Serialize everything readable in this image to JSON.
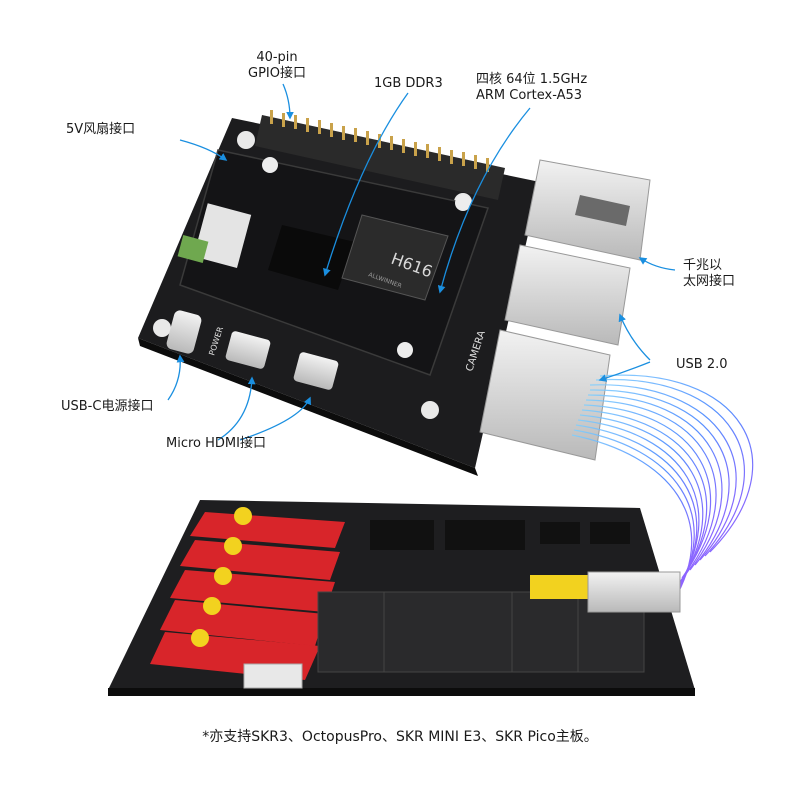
{
  "labels": {
    "gpio_line1": "40-pin",
    "gpio_line2": "GPIO接口",
    "ddr3": "1GB DDR3",
    "cpu_line1": "四核 64位 1.5GHz",
    "cpu_line2": "ARM Cortex-A53",
    "fan": "5V风扇接口",
    "ethernet_line1": "千兆以",
    "ethernet_line2": "太网接口",
    "usb2": "USB 2.0",
    "usbc": "USB-C电源接口",
    "hdmi": "Micro HDMI接口"
  },
  "chip_text": "H616",
  "chip_brand": "ALLWINNER",
  "silkscreen": {
    "camera": "CAMERA",
    "power": "POWER"
  },
  "caption": "*亦支持SKR3、OctopusPro、SKR MINI E3、SKR Pico主板。",
  "colors": {
    "arrow": "#1a8fe0",
    "board": "#1c1c1e",
    "connector_red": "#d8252a",
    "connector_yellow": "#f2d21f",
    "cable_blue": "#3aa0ff",
    "cable_purple": "#8a3cff"
  }
}
